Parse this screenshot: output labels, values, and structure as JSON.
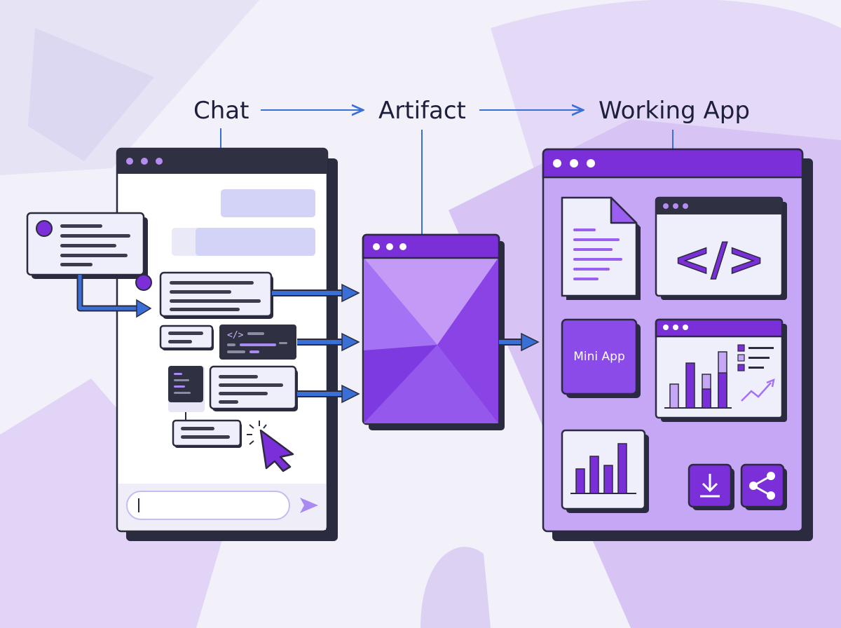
{
  "flow": {
    "chat": "Chat",
    "artifact": "Artifact",
    "working_app": "Working App"
  },
  "working_app": {
    "mini_app_label": "Mini App",
    "code_symbol": "</>",
    "snippet_symbol": "</>"
  },
  "colors": {
    "purple": "#7b2fd9",
    "purple_light": "#c6a7f6",
    "blue_arrow": "#3a6fd8",
    "outline": "#2a2b3e",
    "background": "#f2f1fa"
  },
  "icons": {
    "download": "download-icon",
    "share": "share-icon",
    "cursor": "cursor-icon",
    "send": "send-icon",
    "document": "document-icon"
  }
}
